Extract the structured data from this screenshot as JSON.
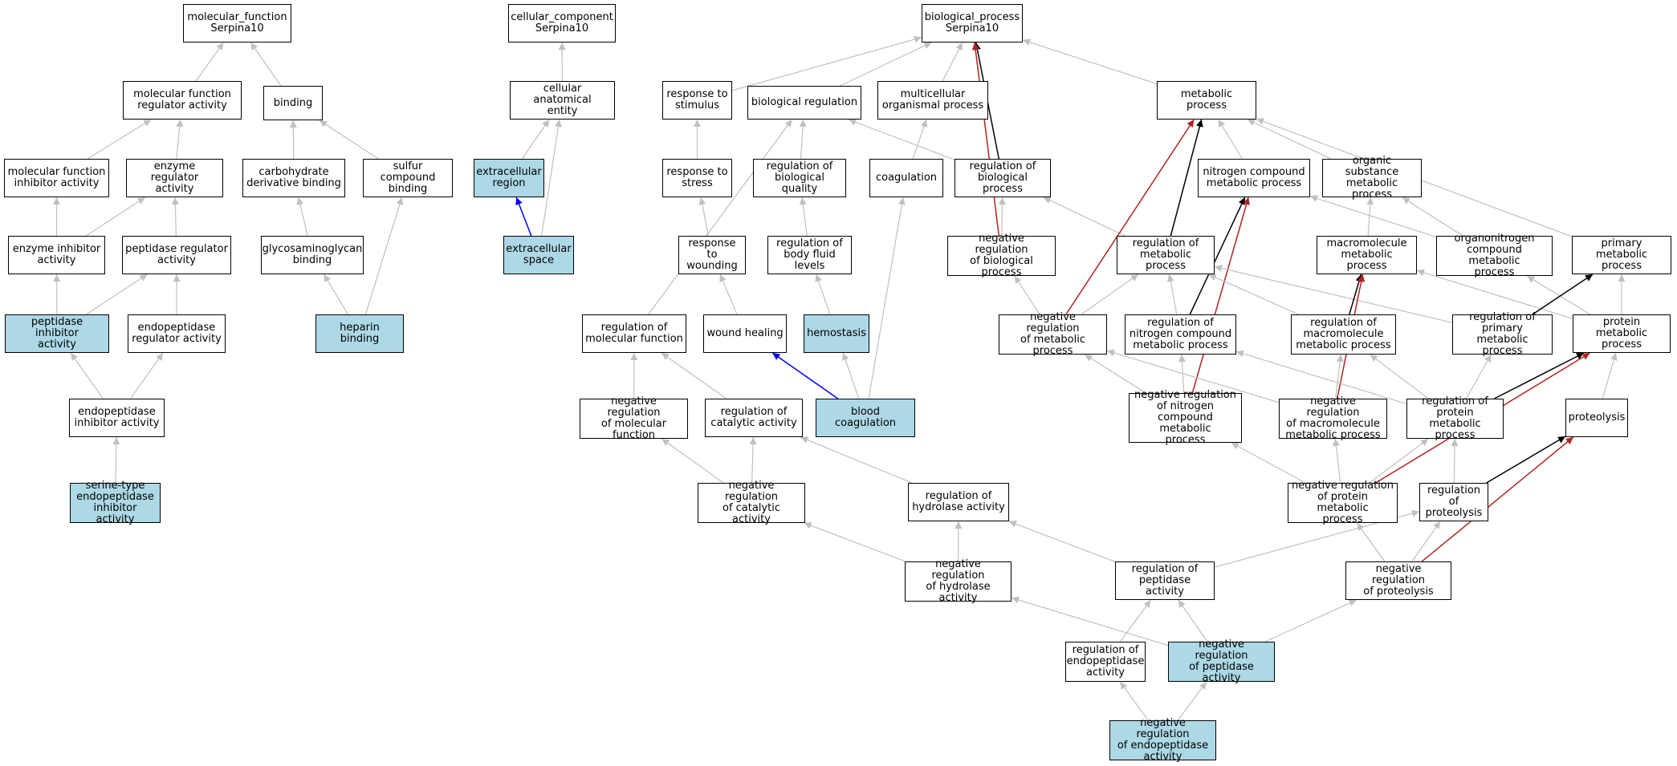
{
  "colors": {
    "default_edge": "#c0c0c0",
    "black_edge": "#000000",
    "red_edge": "#b22222",
    "blue_edge": "#0000ff",
    "highlight_fill": "#add8e6"
  },
  "nodes": {
    "mf_root": {
      "label": "molecular_function\nSerpina10"
    },
    "mf_reg": {
      "label": "molecular function\nregulator activity"
    },
    "binding": {
      "label": "binding"
    },
    "mf_inh": {
      "label": "molecular function\ninhibitor activity"
    },
    "enz_reg": {
      "label": "enzyme regulator\nactivity"
    },
    "carb_bind": {
      "label": "carbohydrate\nderivative binding"
    },
    "sulfur_bind": {
      "label": "sulfur compound\nbinding"
    },
    "enz_inh": {
      "label": "enzyme inhibitor\nactivity"
    },
    "pep_reg": {
      "label": "peptidase regulator\nactivity"
    },
    "gag_bind": {
      "label": "glycosaminoglycan\nbinding"
    },
    "pep_inh": {
      "label": "peptidase inhibitor\nactivity",
      "highlight": true
    },
    "endo_reg": {
      "label": "endopeptidase\nregulator activity"
    },
    "hep_bind": {
      "label": "heparin binding",
      "highlight": true
    },
    "endo_inh": {
      "label": "endopeptidase\ninhibitor activity"
    },
    "ser_endo_inh": {
      "label": "serine-type\nendopeptidase\ninhibitor activity",
      "highlight": true
    },
    "cc_root": {
      "label": "cellular_component\nSerpina10"
    },
    "cae": {
      "label": "cellular anatomical\nentity"
    },
    "ec_region": {
      "label": "extracellular\nregion",
      "highlight": true
    },
    "ec_space": {
      "label": "extracellular\nspace",
      "highlight": true
    },
    "bp_root": {
      "label": "biological_process\nSerpina10"
    },
    "resp_stim": {
      "label": "response to\nstimulus"
    },
    "bio_reg": {
      "label": "biological regulation"
    },
    "multi_org": {
      "label": "multicellular\norganismal process"
    },
    "met_proc": {
      "label": "metabolic process"
    },
    "resp_stress": {
      "label": "response to\nstress"
    },
    "reg_bio_qual": {
      "label": "regulation of\nbiological quality"
    },
    "coag": {
      "label": "coagulation"
    },
    "reg_bio_proc": {
      "label": "regulation of\nbiological process"
    },
    "n_met": {
      "label": "nitrogen compound\nmetabolic process"
    },
    "org_sub_met": {
      "label": "organic substance\nmetabolic process"
    },
    "resp_wound": {
      "label": "response to\nwounding"
    },
    "reg_body_fluid": {
      "label": "regulation of\nbody fluid levels"
    },
    "neg_reg_bio_proc": {
      "label": "negative regulation\nof biological\nprocess"
    },
    "reg_met": {
      "label": "regulation of\nmetabolic process"
    },
    "macro_met": {
      "label": "macromolecule\nmetabolic process"
    },
    "orgN_met": {
      "label": "organonitrogen\ncompound metabolic\nprocess"
    },
    "prim_met": {
      "label": "primary metabolic\nprocess"
    },
    "reg_mol_func": {
      "label": "regulation of\nmolecular function"
    },
    "wound_heal": {
      "label": "wound healing"
    },
    "hemostasis": {
      "label": "hemostasis",
      "highlight": true
    },
    "neg_reg_met": {
      "label": "negative regulation\nof metabolic\nprocess"
    },
    "reg_n_met": {
      "label": "regulation of\nnitrogen compound\nmetabolic process"
    },
    "reg_macro_met": {
      "label": "regulation of\nmacromolecule\nmetabolic process"
    },
    "reg_prim_met": {
      "label": "regulation of\nprimary metabolic\nprocess"
    },
    "prot_met": {
      "label": "protein metabolic\nprocess"
    },
    "neg_reg_mol_func": {
      "label": "negative regulation\nof molecular\nfunction"
    },
    "reg_cat": {
      "label": "regulation of\ncatalytic activity"
    },
    "blood_coag": {
      "label": "blood coagulation",
      "highlight": true
    },
    "neg_reg_n_met": {
      "label": "negative regulation\nof nitrogen\ncompound metabolic\nprocess"
    },
    "neg_reg_macro_met": {
      "label": "negative regulation\nof macromolecule\nmetabolic process"
    },
    "reg_prot_met": {
      "label": "regulation of\nprotein metabolic\nprocess"
    },
    "proteolysis": {
      "label": "proteolysis"
    },
    "neg_reg_cat": {
      "label": "negative regulation\nof catalytic\nactivity"
    },
    "reg_hydro": {
      "label": "regulation of\nhydrolase activity"
    },
    "neg_reg_prot_met": {
      "label": "negative regulation\nof protein metabolic\nprocess"
    },
    "reg_proteolysis": {
      "label": "regulation of\nproteolysis"
    },
    "neg_reg_hydro": {
      "label": "negative regulation\nof hydrolase\nactivity"
    },
    "reg_pep": {
      "label": "regulation of\npeptidase activity"
    },
    "neg_reg_proteolysis": {
      "label": "negative regulation\nof proteolysis"
    },
    "reg_endo": {
      "label": "regulation of\nendopeptidase\nactivity"
    },
    "neg_reg_pep": {
      "label": "negative regulation\nof peptidase\nactivity",
      "highlight": true
    },
    "neg_reg_endo": {
      "label": "negative regulation\nof endopeptidase\nactivity",
      "highlight": true
    }
  },
  "edges": [
    [
      "mf_reg",
      "mf_root",
      "default"
    ],
    [
      "binding",
      "mf_root",
      "default"
    ],
    [
      "mf_inh",
      "mf_reg",
      "default"
    ],
    [
      "enz_reg",
      "mf_reg",
      "default"
    ],
    [
      "carb_bind",
      "binding",
      "default"
    ],
    [
      "sulfur_bind",
      "binding",
      "default"
    ],
    [
      "enz_inh",
      "mf_inh",
      "default"
    ],
    [
      "enz_inh",
      "enz_reg",
      "default"
    ],
    [
      "pep_reg",
      "enz_reg",
      "default"
    ],
    [
      "gag_bind",
      "carb_bind",
      "default"
    ],
    [
      "pep_inh",
      "enz_inh",
      "default"
    ],
    [
      "pep_inh",
      "pep_reg",
      "default"
    ],
    [
      "endo_reg",
      "pep_reg",
      "default"
    ],
    [
      "hep_bind",
      "gag_bind",
      "default"
    ],
    [
      "hep_bind",
      "sulfur_bind",
      "default"
    ],
    [
      "endo_inh",
      "pep_inh",
      "default"
    ],
    [
      "endo_inh",
      "endo_reg",
      "default"
    ],
    [
      "ser_endo_inh",
      "endo_inh",
      "default"
    ],
    [
      "cae",
      "cc_root",
      "default"
    ],
    [
      "ec_region",
      "cae",
      "default"
    ],
    [
      "ec_space",
      "cae",
      "default"
    ],
    [
      "ec_space",
      "ec_region",
      "blue"
    ],
    [
      "resp_stim",
      "bp_root",
      "default"
    ],
    [
      "bio_reg",
      "bp_root",
      "default"
    ],
    [
      "multi_org",
      "bp_root",
      "default"
    ],
    [
      "met_proc",
      "bp_root",
      "default"
    ],
    [
      "reg_bio_proc",
      "bp_root",
      "black"
    ],
    [
      "neg_reg_bio_proc",
      "bp_root",
      "red"
    ],
    [
      "resp_stress",
      "resp_stim",
      "default"
    ],
    [
      "reg_bio_qual",
      "bio_reg",
      "default"
    ],
    [
      "reg_bio_proc",
      "bio_reg",
      "default"
    ],
    [
      "reg_mol_func",
      "bio_reg",
      "default"
    ],
    [
      "coag",
      "multi_org",
      "default"
    ],
    [
      "neg_reg_bio_proc",
      "reg_bio_proc",
      "default"
    ],
    [
      "reg_met",
      "reg_bio_proc",
      "default"
    ],
    [
      "n_met",
      "met_proc",
      "default"
    ],
    [
      "org_sub_met",
      "met_proc",
      "default"
    ],
    [
      "prim_met",
      "met_proc",
      "default"
    ],
    [
      "reg_met",
      "met_proc",
      "black"
    ],
    [
      "neg_reg_met",
      "met_proc",
      "red"
    ],
    [
      "resp_wound",
      "resp_stress",
      "default"
    ],
    [
      "reg_body_fluid",
      "reg_bio_qual",
      "default"
    ],
    [
      "macro_met",
      "org_sub_met",
      "default"
    ],
    [
      "orgN_met",
      "org_sub_met",
      "default"
    ],
    [
      "orgN_met",
      "n_met",
      "default"
    ],
    [
      "reg_n_met",
      "n_met",
      "black"
    ],
    [
      "neg_reg_n_met",
      "n_met",
      "red"
    ],
    [
      "neg_reg_met",
      "neg_reg_bio_proc",
      "default"
    ],
    [
      "neg_reg_met",
      "reg_met",
      "default"
    ],
    [
      "reg_n_met",
      "reg_met",
      "default"
    ],
    [
      "reg_macro_met",
      "reg_met",
      "default"
    ],
    [
      "reg_prim_met",
      "reg_met",
      "default"
    ],
    [
      "reg_macro_met",
      "macro_met",
      "black"
    ],
    [
      "neg_reg_macro_met",
      "macro_met",
      "red"
    ],
    [
      "prot_met",
      "macro_met",
      "default"
    ],
    [
      "prot_met",
      "orgN_met",
      "default"
    ],
    [
      "prot_met",
      "prim_met",
      "default"
    ],
    [
      "reg_prim_met",
      "prim_met",
      "black"
    ],
    [
      "wound_heal",
      "resp_wound",
      "default"
    ],
    [
      "hemostasis",
      "reg_body_fluid",
      "default"
    ],
    [
      "blood_coag",
      "coag",
      "default"
    ],
    [
      "blood_coag",
      "hemostasis",
      "default"
    ],
    [
      "blood_coag",
      "wound_heal",
      "blue"
    ],
    [
      "neg_reg_mol_func",
      "reg_mol_func",
      "default"
    ],
    [
      "reg_cat",
      "reg_mol_func",
      "default"
    ],
    [
      "neg_reg_n_met",
      "neg_reg_met",
      "default"
    ],
    [
      "neg_reg_n_met",
      "reg_n_met",
      "default"
    ],
    [
      "neg_reg_macro_met",
      "neg_reg_met",
      "default"
    ],
    [
      "neg_reg_macro_met",
      "reg_macro_met",
      "default"
    ],
    [
      "reg_prot_met",
      "reg_macro_met",
      "default"
    ],
    [
      "reg_prot_met",
      "reg_prim_met",
      "default"
    ],
    [
      "reg_prot_met",
      "reg_n_met",
      "default"
    ],
    [
      "reg_prot_met",
      "prot_met",
      "black"
    ],
    [
      "neg_reg_prot_met",
      "prot_met",
      "red"
    ],
    [
      "proteolysis",
      "prot_met",
      "default"
    ],
    [
      "neg_reg_cat",
      "neg_reg_mol_func",
      "default"
    ],
    [
      "neg_reg_cat",
      "reg_cat",
      "default"
    ],
    [
      "reg_hydro",
      "reg_cat",
      "default"
    ],
    [
      "neg_reg_prot_met",
      "neg_reg_n_met",
      "default"
    ],
    [
      "neg_reg_prot_met",
      "neg_reg_macro_met",
      "default"
    ],
    [
      "neg_reg_prot_met",
      "reg_prot_met",
      "default"
    ],
    [
      "reg_proteolysis",
      "reg_prot_met",
      "default"
    ],
    [
      "reg_proteolysis",
      "proteolysis",
      "black"
    ],
    [
      "neg_reg_proteolysis",
      "proteolysis",
      "red"
    ],
    [
      "neg_reg_hydro",
      "neg_reg_cat",
      "default"
    ],
    [
      "neg_reg_hydro",
      "reg_hydro",
      "default"
    ],
    [
      "reg_pep",
      "reg_hydro",
      "default"
    ],
    [
      "reg_pep",
      "reg_proteolysis",
      "default"
    ],
    [
      "neg_reg_proteolysis",
      "neg_reg_prot_met",
      "default"
    ],
    [
      "neg_reg_proteolysis",
      "reg_proteolysis",
      "default"
    ],
    [
      "neg_reg_pep",
      "neg_reg_hydro",
      "default"
    ],
    [
      "neg_reg_pep",
      "reg_pep",
      "default"
    ],
    [
      "neg_reg_pep",
      "neg_reg_proteolysis",
      "default"
    ],
    [
      "reg_endo",
      "reg_pep",
      "default"
    ],
    [
      "neg_reg_endo",
      "reg_endo",
      "default"
    ],
    [
      "neg_reg_endo",
      "neg_reg_pep",
      "default"
    ]
  ]
}
